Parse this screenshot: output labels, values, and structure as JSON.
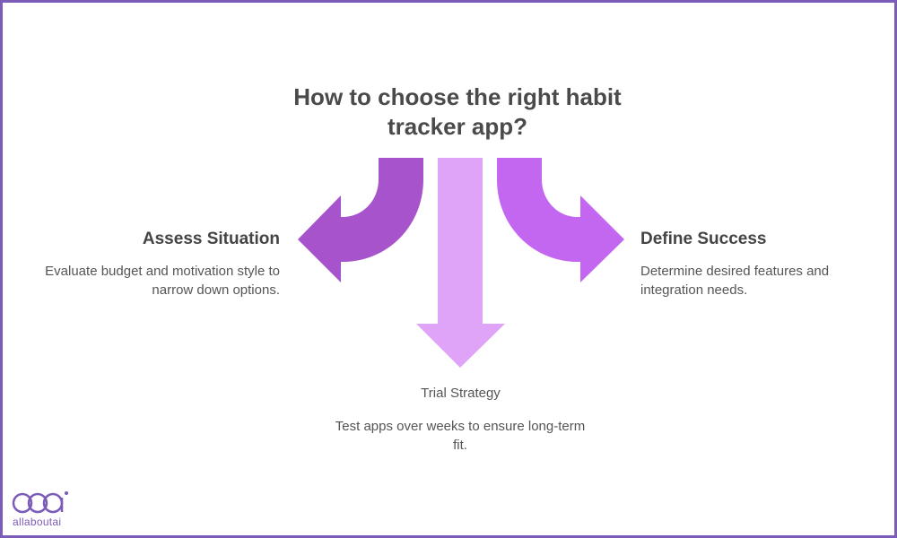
{
  "title": "How to choose the right habit tracker app?",
  "branches": [
    {
      "id": "left",
      "heading": "Assess Situation",
      "description": "Evaluate budget and motivation style to narrow down options.",
      "color": "#a653cc",
      "direction": "left"
    },
    {
      "id": "middle",
      "heading": "Trial Strategy",
      "description": "Test apps over weeks to ensure long-term fit.",
      "color": "#dfa3f7",
      "direction": "down"
    },
    {
      "id": "right",
      "heading": "Define Success",
      "description": "Determine desired features and integration needs.",
      "color": "#c467f0",
      "direction": "right"
    }
  ],
  "frame_color": "#7b5cb8",
  "logo": {
    "mark": "aa",
    "text": "allaboutai"
  }
}
